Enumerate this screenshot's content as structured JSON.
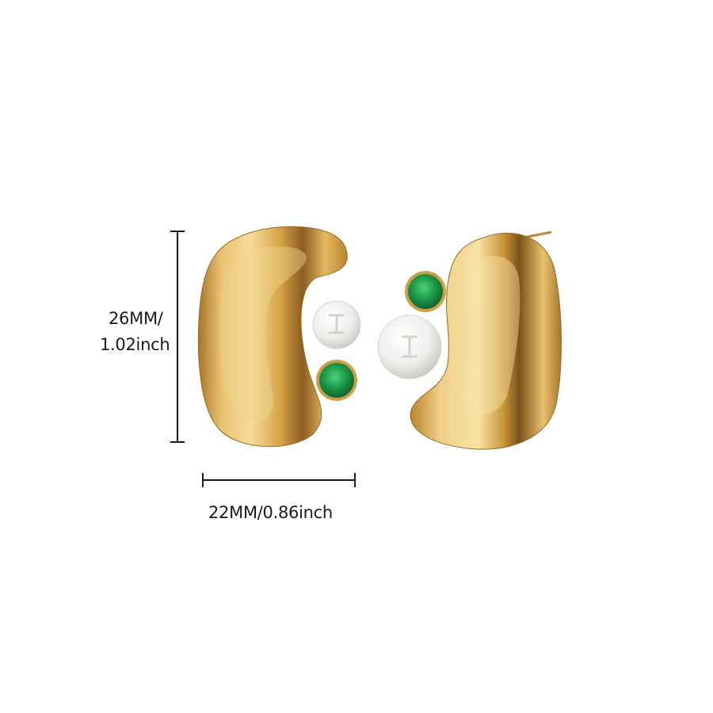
{
  "image": {
    "subject": "Pair of gold bean-shaped stud earrings with pearl and green gemstone accents",
    "background": "#ffffff"
  },
  "dimensions": {
    "height": {
      "line1": "26MM/",
      "line2": "1.02inch"
    },
    "width": {
      "label": "22MM/0.86inch"
    }
  },
  "colors": {
    "gold_light": "#f3d488",
    "gold_mid": "#d9a848",
    "gold_dark": "#8a5a1c",
    "pearl": "#f4f4f2",
    "emerald": "#1e9a4a",
    "line": "#1a1a1a"
  }
}
